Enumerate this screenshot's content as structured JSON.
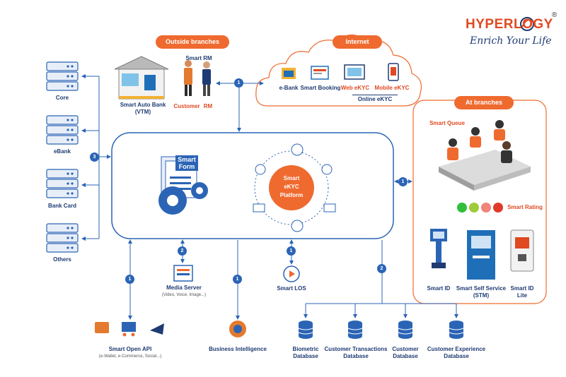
{
  "brand": {
    "name": "HYPERLOGY",
    "registered": "®",
    "tagline": "Enrich Your Life",
    "colors": {
      "orange": "#ef6a2f",
      "blue": "#2b64b5",
      "navy": "#1f3b73"
    }
  },
  "badges": {
    "outside_branches": "Outside branches",
    "internet": "Internet",
    "at_branches": "At branches"
  },
  "servers": [
    {
      "label": "Core"
    },
    {
      "label": "eBank"
    },
    {
      "label": "Bank Card"
    },
    {
      "label": "Others"
    }
  ],
  "outside": {
    "vtm_line1": "Smart Auto Bank",
    "vtm_line2": "(VTM)",
    "smart_rm": "Smart RM",
    "customer": "Customer",
    "rm": "RM"
  },
  "internet": {
    "ebank": "e-Bank",
    "smart_booking": "Smart Booking",
    "web_ekyc": "Web eKYC",
    "mobile_ekyc": "Mobile eKYC",
    "online_ekyc": "Online eKYC"
  },
  "platform": {
    "form_line1": "Smart",
    "form_line2": "Form",
    "center_line1": "Smart",
    "center_line2": "eKYC",
    "center_line3": "Platform"
  },
  "branch": {
    "smart_queue": "Smart Queue",
    "smart_rating": "Smart Rating",
    "smart_id": "Smart ID",
    "stm_line1": "Smart Self Service",
    "stm_line2": "(STM)",
    "id_lite_line1": "Smart ID",
    "id_lite_line2": "Lite"
  },
  "bottom": {
    "media_server": "Media Server",
    "media_sub": "(Video, Voice, Image...)",
    "smart_los": "Smart LOS",
    "open_api": "Smart Open API",
    "open_api_sub": "(e-Wallet, e-Commerce, Social...)",
    "bi": "Business Intelligence"
  },
  "databases": [
    {
      "line1": "Biometric",
      "line2": "Database"
    },
    {
      "line1": "Customer Transactions",
      "line2": "Database"
    },
    {
      "line1": "Customer",
      "line2": "Database"
    },
    {
      "line1": "Customer Experience",
      "line2": "Database"
    }
  ],
  "numbers": {
    "n_rm": "1",
    "n_servers": "3",
    "n_branch": "1",
    "n_media": "2",
    "n_los": "1",
    "n_api": "1",
    "n_bi": "1",
    "n_db": "2"
  }
}
